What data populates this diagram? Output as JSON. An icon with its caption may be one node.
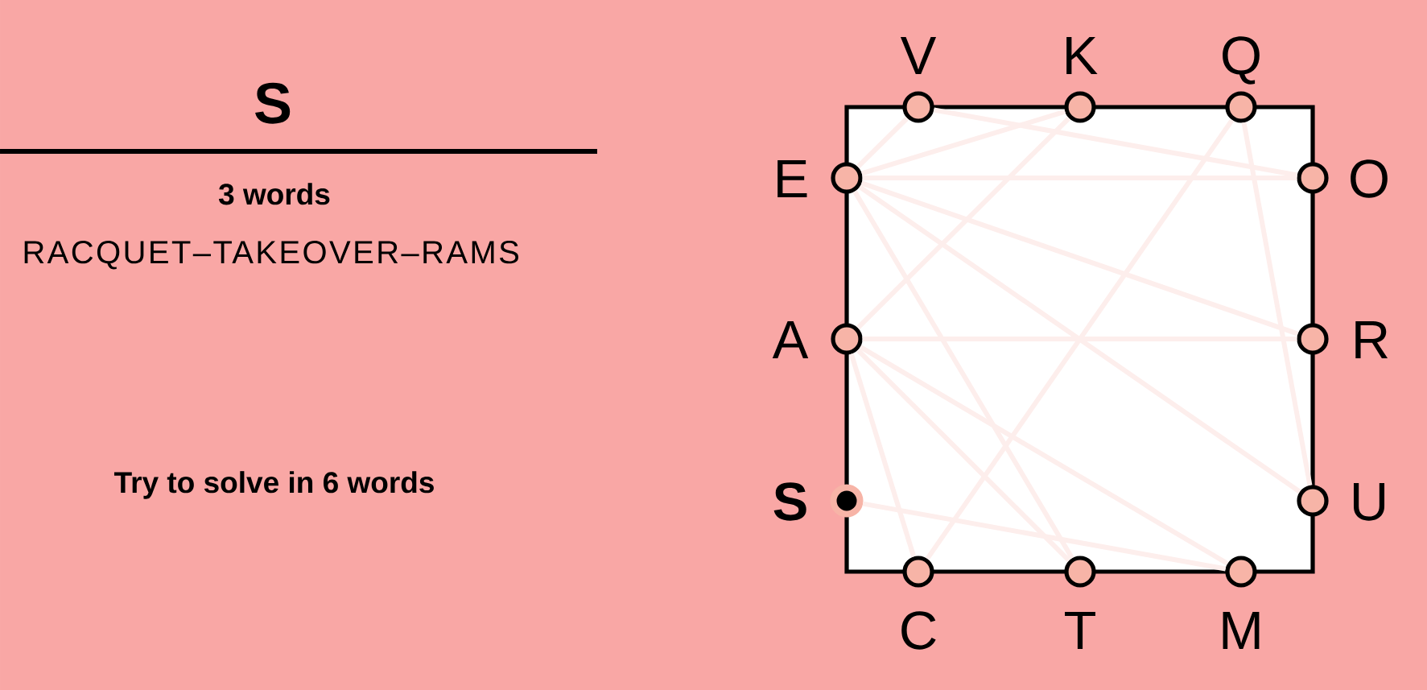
{
  "diagram": {
    "nodes": [
      {
        "text": [],
        "shape": "circle",
        "beside": [
          "V"
        ]
      },
      {
        "text": [],
        "shape": "circle",
        "beside": [
          "K"
        ]
      },
      {
        "text": [],
        "shape": "circle",
        "beside": [
          "Q"
        ]
      },
      {
        "text": [],
        "shape": "circle",
        "beside": [
          "E"
        ]
      },
      {
        "text": [],
        "shape": "circle",
        "beside": [
          "O"
        ]
      },
      {
        "text": [],
        "shape": "circle",
        "beside": [
          "A"
        ]
      },
      {
        "text": [],
        "shape": "circle",
        "beside": [
          "R"
        ]
      },
      {
        "text": [],
        "shape": "dot",
        "beside": [
          "S"
        ]
      },
      {
        "text": [],
        "shape": "circle",
        "beside": [
          "U"
        ]
      },
      {
        "text": [],
        "shape": "circle",
        "beside": [
          "C"
        ]
      },
      {
        "text": [],
        "shape": "circle",
        "beside": [
          "T"
        ]
      },
      {
        "text": [],
        "shape": "circle",
        "beside": [
          "M"
        ]
      }
    ],
    "edges": [
      {
        "from": 6,
        "to": 5,
        "arrow": "none"
      },
      {
        "from": 5,
        "to": 9,
        "arrow": "none"
      },
      {
        "from": 9,
        "to": 2,
        "arrow": "none"
      },
      {
        "from": 2,
        "to": 8,
        "arrow": "none"
      },
      {
        "from": 8,
        "to": 3,
        "arrow": "none"
      },
      {
        "from": 3,
        "to": 10,
        "arrow": "none"
      },
      {
        "from": 10,
        "to": 5,
        "arrow": "none"
      },
      {
        "from": 5,
        "to": 1,
        "arrow": "none"
      },
      {
        "from": 1,
        "to": 3,
        "arrow": "none"
      },
      {
        "from": 3,
        "to": 4,
        "arrow": "none"
      },
      {
        "from": 4,
        "to": 0,
        "arrow": "none"
      },
      {
        "from": 0,
        "to": 3,
        "arrow": "none"
      },
      {
        "from": 3,
        "to": 6,
        "arrow": "none"
      },
      {
        "from": 5,
        "to": 11,
        "arrow": "none"
      },
      {
        "from": 11,
        "to": 7,
        "arrow": "none"
      }
    ],
    "labels": [
      "S",
      "3 words",
      "RACQUET–TAKEOVER–RAMS",
      "Try to solve in 6 words"
    ]
  }
}
